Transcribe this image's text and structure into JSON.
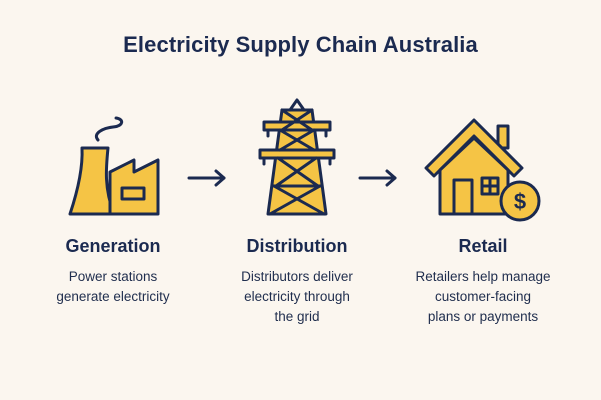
{
  "title": "Electricity Supply Chain Australia",
  "colors": {
    "background": "#fbf6ef",
    "icon_fill": "#f5c445",
    "outline": "#1b2a50"
  },
  "stages": [
    {
      "icon": "factory-icon",
      "title": "Generation",
      "lines": [
        "Power stations",
        "generate electricity"
      ]
    },
    {
      "icon": "transmission-tower-icon",
      "title": "Distribution",
      "lines": [
        "Distributors deliver",
        "electricity through",
        "the grid"
      ]
    },
    {
      "icon": "house-dollar-icon",
      "title": "Retail",
      "lines": [
        "Retailers help manage",
        "customer-facing",
        "plans or payments"
      ]
    }
  ]
}
